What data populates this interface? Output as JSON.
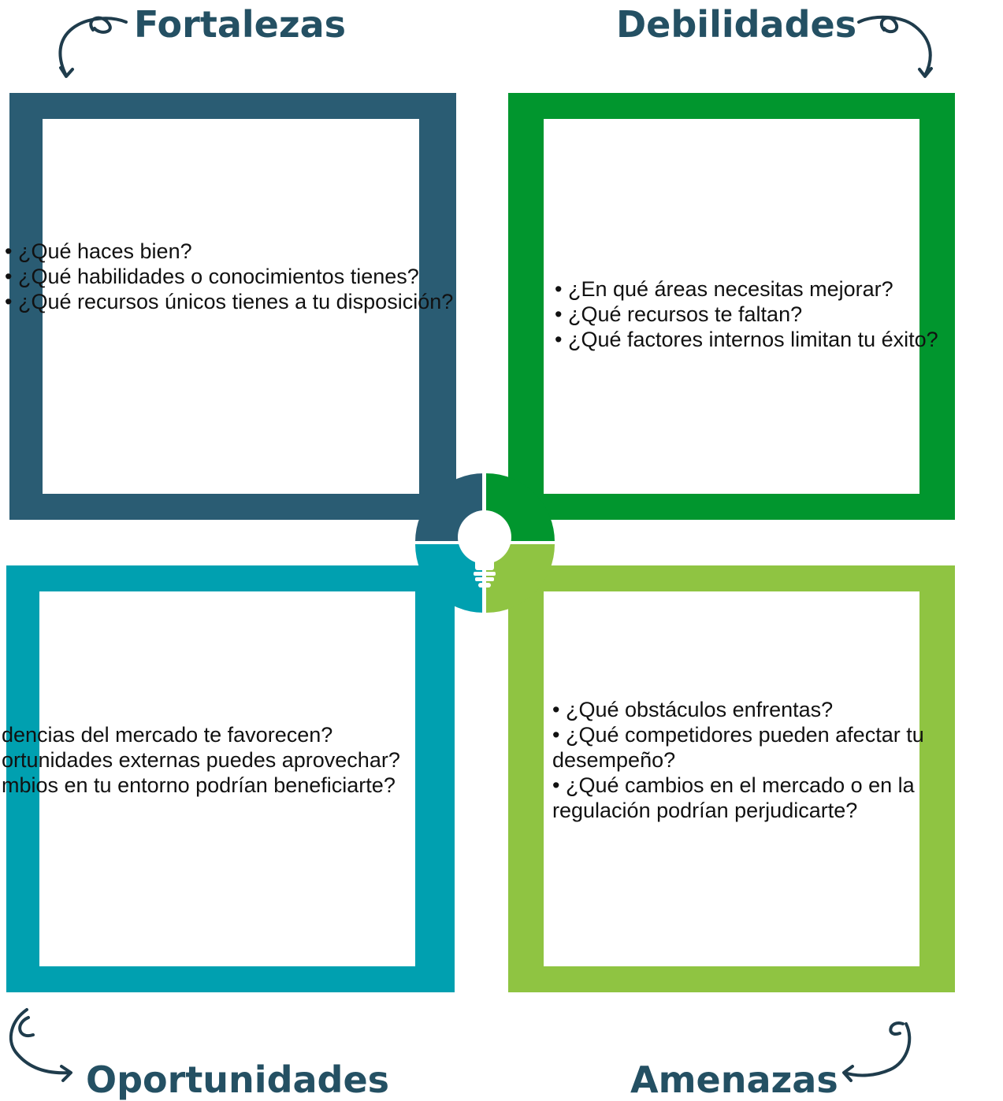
{
  "quadrants": {
    "fortalezas": {
      "title": "Fortalezas",
      "color": "#2a5c73",
      "items": [
        "• ¿Qué haces bien?",
        "• ¿Qué habilidades o conocimientos tienes?",
        "• ¿Qué recursos únicos tienes a tu disposición?"
      ]
    },
    "debilidades": {
      "title": "Debilidades",
      "color": "#01962e",
      "items": [
        " • ¿En qué áreas necesitas mejorar?",
        " • ¿Qué recursos te faltan?",
        " • ¿Qué factores internos limitan tu éxito?"
      ]
    },
    "oportunidades": {
      "title": "Oportunidades",
      "color": "#00a0b0",
      "items": [
        "dencias del mercado te favorecen?",
        "ortunidades externas puedes aprovechar?",
        "mbios en tu entorno podrían beneficiarte?"
      ]
    },
    "amenazas": {
      "title": "Amenazas",
      "color": "#8fc442",
      "items": [
        " • ¿Qué obstáculos enfrentas?",
        " • ¿Qué competidores pueden afectar tu desempeño?",
        " • ¿Qué cambios en el mercado o en la regulación podrían perjudicarte?"
      ]
    }
  },
  "center_icon": "lightbulb-icon",
  "title_color": "#245063",
  "arrow_color": "#1f3c4c"
}
